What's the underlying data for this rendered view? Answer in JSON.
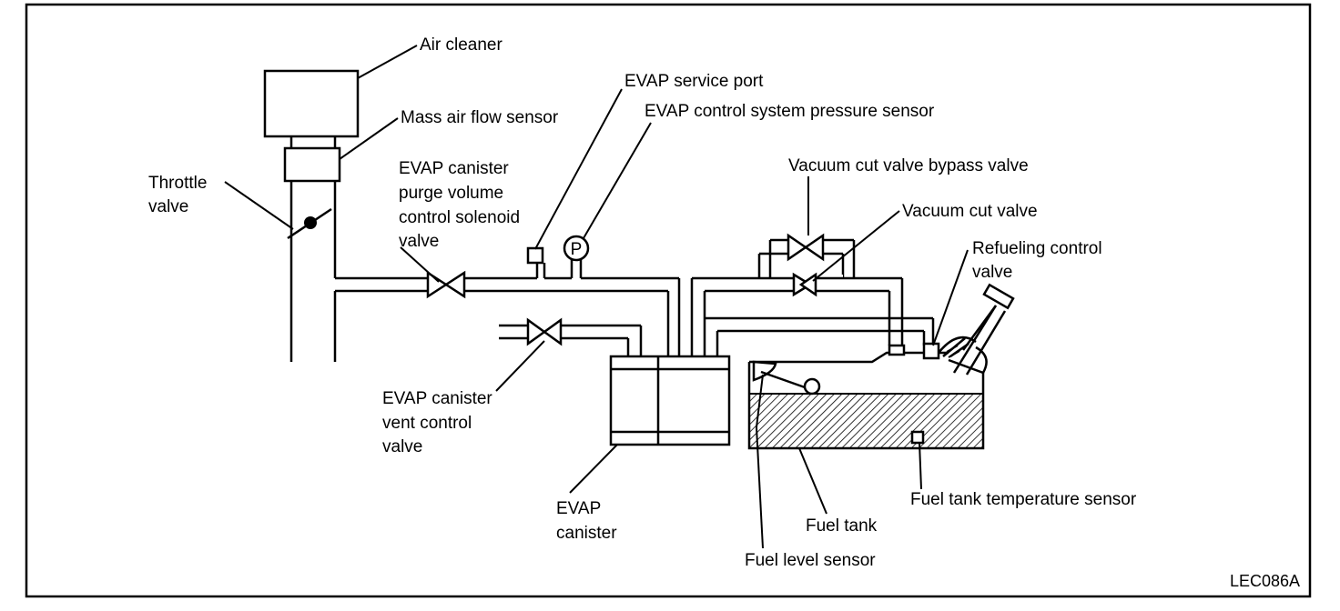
{
  "labels": {
    "air_cleaner": "Air cleaner",
    "mass_air_flow_sensor": "Mass air flow sensor",
    "throttle_valve": [
      "Throttle",
      "valve"
    ],
    "evap_service_port": "EVAP service port",
    "evap_pressure_sensor": "EVAP control system pressure sensor",
    "purge_valve": [
      "EVAP canister",
      "purge volume",
      "control solenoid",
      "valve"
    ],
    "vacuum_cut_bypass_valve": "Vacuum cut valve bypass valve",
    "vacuum_cut_valve": "Vacuum cut valve",
    "refueling_control_valve": [
      "Refueling control",
      "valve"
    ],
    "vent_control_valve": [
      "EVAP canister",
      "vent control",
      "valve"
    ],
    "evap_canister": [
      "EVAP",
      "canister"
    ],
    "fuel_tank_temp_sensor": "Fuel tank temperature sensor",
    "fuel_tank": "Fuel tank",
    "fuel_level_sensor": "Fuel level sensor",
    "pressure_symbol": "P"
  },
  "figure_code": "LEC086A"
}
